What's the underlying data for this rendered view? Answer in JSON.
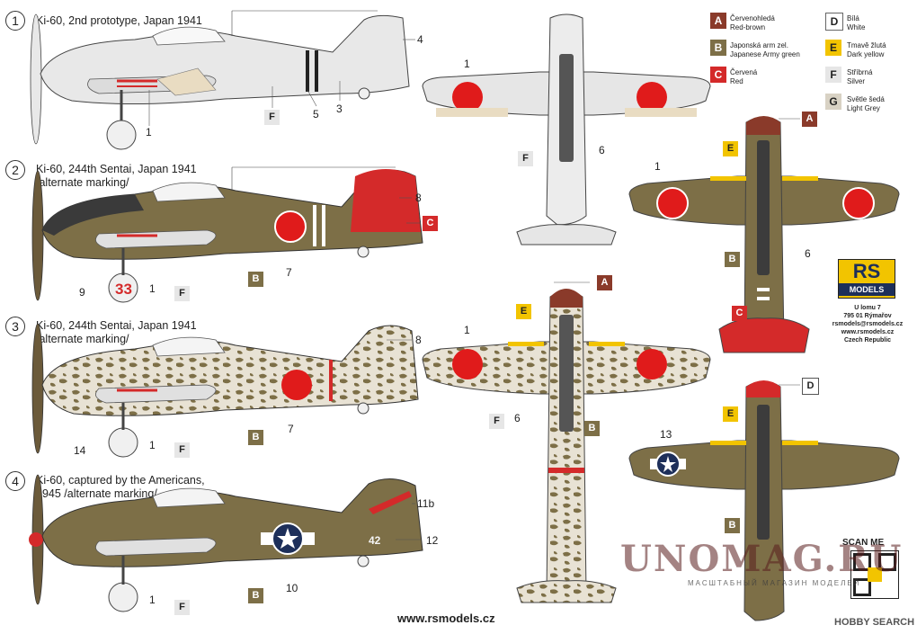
{
  "schemes": [
    {
      "num": "1",
      "title": "Ki-60, 2nd prototype, Japan 1941",
      "subtitle": ""
    },
    {
      "num": "2",
      "title": "Ki-60, 244th Sentai, Japan 1941",
      "subtitle": "/alternate marking/"
    },
    {
      "num": "3",
      "title": "Ki-60, 244th Sentai, Japan 1941",
      "subtitle": "/alternate marking/"
    },
    {
      "num": "4",
      "title": "Ki-60, captured by the Americans,",
      "subtitle": "1945 /alternate marking/"
    }
  ],
  "callouts": {
    "s1": [
      "4",
      "5",
      "3",
      "1",
      "F"
    ],
    "s2": [
      "8",
      "C",
      "7",
      "B",
      "9",
      "33",
      "1",
      "F"
    ],
    "s3": [
      "8",
      "7",
      "B",
      "14",
      "1",
      "F"
    ],
    "s4": [
      "11b",
      "12",
      "42",
      "10",
      "B",
      "1",
      "F"
    ],
    "top1": [
      "1",
      "F",
      "6"
    ],
    "top2": [
      "A",
      "E",
      "1",
      "F",
      "6",
      "B"
    ],
    "bot1": [
      "A",
      "E",
      "1",
      "B",
      "6",
      "C"
    ],
    "bot2": [
      "D",
      "E",
      "13",
      "B"
    ]
  },
  "legend": [
    {
      "code": "A",
      "cz": "Červenohledá",
      "en": "Red-brown",
      "color": "#8a3a2a",
      "text": "#ffffff"
    },
    {
      "code": "B",
      "cz": "Japonská arm zel.",
      "en": "Japanese Army green",
      "color": "#7d6f47",
      "text": "#ffffff"
    },
    {
      "code": "C",
      "cz": "Červená",
      "en": "Red",
      "color": "#d42a2a",
      "text": "#ffffff"
    },
    {
      "code": "D",
      "cz": "Bílá",
      "en": "White",
      "color": "#ffffff",
      "text": "#222222"
    },
    {
      "code": "E",
      "cz": "Tmavě žlutá",
      "en": "Dark yellow",
      "color": "#f2c400",
      "text": "#222222"
    },
    {
      "code": "F",
      "cz": "Stříbrná",
      "en": "Silver",
      "color": "#e6e6e6",
      "text": "#222222"
    },
    {
      "code": "G",
      "cz": "Světle šedá",
      "en": "Light Grey",
      "color": "#d8d2c4",
      "text": "#222222"
    }
  ],
  "brand": {
    "logo_top": "RS",
    "logo_bottom": "MODELS",
    "address": [
      "U lomu 7",
      "795 01 Rýmařov",
      "rsmodels@rsmodels.cz",
      "www.rsmodels.cz",
      "Czech Republic"
    ],
    "scan": "SCAN ME",
    "footer_url": "www.rsmodels.cz"
  },
  "watermark": {
    "main": "UNOMAG.RU",
    "sub": "МАСШТАБНЫЙ МАГАЗИН МОДЕЛЕЙ",
    "hobby": "HOBBY SEARCH"
  },
  "colors": {
    "silver": "#e6e6e6",
    "green": "#7d6f47",
    "red": "#d42a2a",
    "hinomaru": "#e01b1b",
    "yellow": "#f2c400",
    "brown": "#8a3a2a"
  }
}
